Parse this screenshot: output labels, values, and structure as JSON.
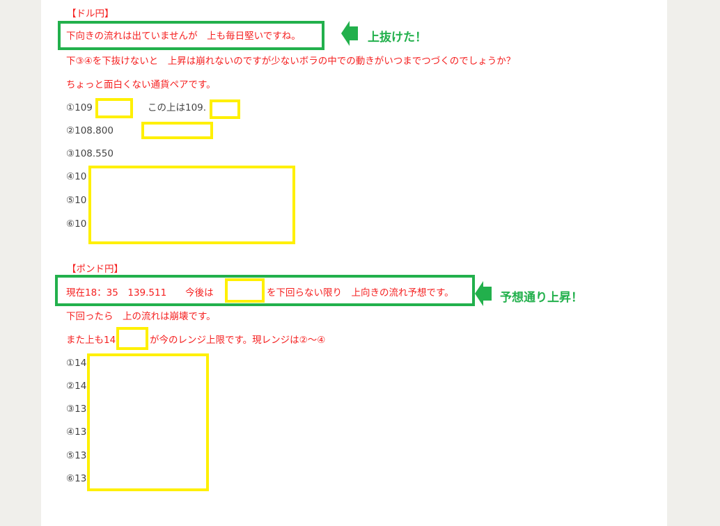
{
  "usdjpy": {
    "heading": "【ドル円】",
    "line1": "下向きの流れは出ていませんが　上も毎日堅いですね。",
    "line2": "下③④を下抜けないと　上昇は崩れないのですが少ないボラの中での動きがいつまでつづくのでしょうか？",
    "line3": "ちょっと面白くない通貨ペアです。",
    "levels": [
      "①109",
      "②108.800",
      "③108.550",
      "④10",
      "⑤10",
      "⑥10"
    ],
    "level1_note": "この上は109.",
    "annotation": "上抜けた！"
  },
  "gbpjpy": {
    "heading": "【ポンド円】",
    "line1_a": "現在18：35　139.511　　今後は",
    "line1_b": "を下回らない限り　上向きの流れ予想です。",
    "line2": "下回ったら　上の流れは崩壊です。",
    "line3_a": "また上も14",
    "line3_b": "が今のレンジ上限です。現レンジは②～④",
    "levels": [
      "①14",
      "②14",
      "③13",
      "④13",
      "⑤13",
      "⑥13"
    ],
    "annotation": "予想通り上昇！"
  },
  "colors": {
    "text_red": "#f52020",
    "highlight_yellow": "#fff000",
    "annotation_green": "#22b04c"
  }
}
